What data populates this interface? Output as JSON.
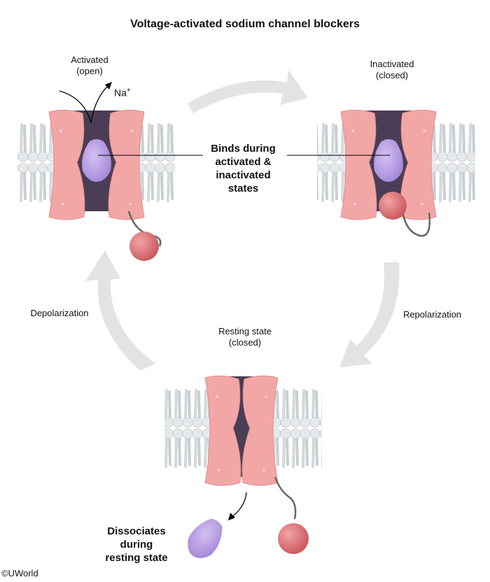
{
  "title": "Voltage-activated sodium channel blockers",
  "states": {
    "activated": "Activated\n(open)",
    "inactivated": "Inactivated\n(closed)",
    "resting": "Resting state\n(closed)"
  },
  "ion": {
    "symbol": "Na",
    "charge": "+"
  },
  "binding_note": "Binds during\nactivated &\ninactivated\nstates",
  "dissociation_note": "Dissociates\nduring\nresting state",
  "transitions": {
    "left": "Depolarization",
    "right": "Repolarization"
  },
  "copyright": "©UWorld",
  "colors": {
    "subunit": "#f2a7a6",
    "pore": "#4a3d55",
    "drug": "#b89be0",
    "ball": "#d9696d",
    "arrow": "#e1e3e5",
    "lipid": "#e6e9eb"
  }
}
